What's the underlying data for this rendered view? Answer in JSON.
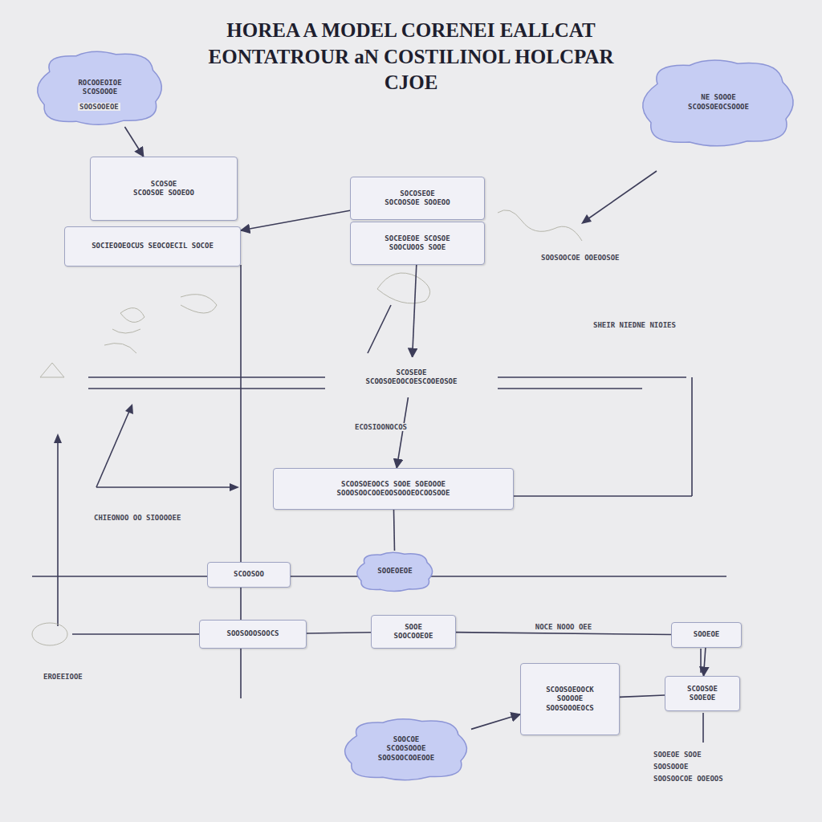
{
  "diagram": {
    "title": "HOREA A MODEL CORENEI EALLCAT EONTATROUR aN COSTILINOL HOLCPAR CJOE",
    "nodes": [
      {
        "text": [
          "ROCOOEOIOE",
          "SCOSOOOE"
        ]
      },
      {
        "text": [
          "SCOSOE",
          "SCOOSOE SOOEOO"
        ]
      },
      {
        "text": [
          "SOCIEOOEOCUS SEOCOECIL SOCOE"
        ]
      },
      {
        "text": [
          "SOCOSEOE",
          "SOCOOSOE SOOEOO"
        ]
      },
      {
        "text": [
          "SOCEOEOE SCOSOE",
          "SOOCUOOS SOOE"
        ]
      },
      {
        "text": [
          "NE SOOOE",
          "SCOOSOEOCSOOOE"
        ]
      },
      {
        "text": [
          "SCOSEOE",
          "SCOOSOEOOCOESCOOEOSOE"
        ]
      },
      {
        "text": [
          "SCOOSOEOOCS SOOE SOEOOOE",
          "SOOOSOOCOOEOOSOOOEOCOOSOOE"
        ]
      },
      {
        "text": [
          "SCOOSOO"
        ]
      },
      {
        "text": [
          "SOOEOEOE"
        ]
      },
      {
        "text": [
          "SOOSOOOSOOCS"
        ]
      },
      {
        "text": [
          "SOOE",
          "SOOCOOEOE"
        ]
      },
      {
        "text": [
          "SOOEOE"
        ]
      },
      {
        "text": [
          "SCOOSOEOOCK",
          "SOOOOE",
          "SOOSOOOEOCS"
        ]
      },
      {
        "text": [
          "SCOOSOE",
          "SOOEOE"
        ]
      },
      {
        "text": [
          "SOOCOE",
          "SCOOSOOOE",
          "SOOSOOCOOEOOE"
        ]
      }
    ],
    "edges": [
      {
        "from": 0,
        "to": 1,
        "arrow": "to"
      },
      {
        "from": 3,
        "to": 2,
        "arrow": "to"
      },
      {
        "from": 4,
        "to": 6,
        "arrow": "to"
      },
      {
        "from": 6,
        "to": 7,
        "arrow": "to"
      },
      {
        "from": 7,
        "to": 9,
        "arrow": "none"
      },
      {
        "from": 10,
        "to": 11,
        "arrow": "none"
      },
      {
        "from": 11,
        "to": 12,
        "label": "NOCE NOOO OEE",
        "arrow": "none"
      },
      {
        "from": 15,
        "to": 13,
        "arrow": "to"
      },
      {
        "from": 13,
        "to": 14,
        "arrow": "none"
      },
      {
        "from": 12,
        "to": 14,
        "arrow": "to"
      }
    ],
    "labels": [
      "SOOSOOEOE",
      "SHEIR NIEDNE NIOIES",
      "SOOSOOCOE OOEOOSOE",
      "ECOSIOONOCOS",
      "CHIEONOO OO SIOOOOEE",
      "EROEEIOOE",
      "SOOEOE SOOE",
      "SOOSOOOE",
      "SOOSOOCOE OOEOOS"
    ]
  }
}
